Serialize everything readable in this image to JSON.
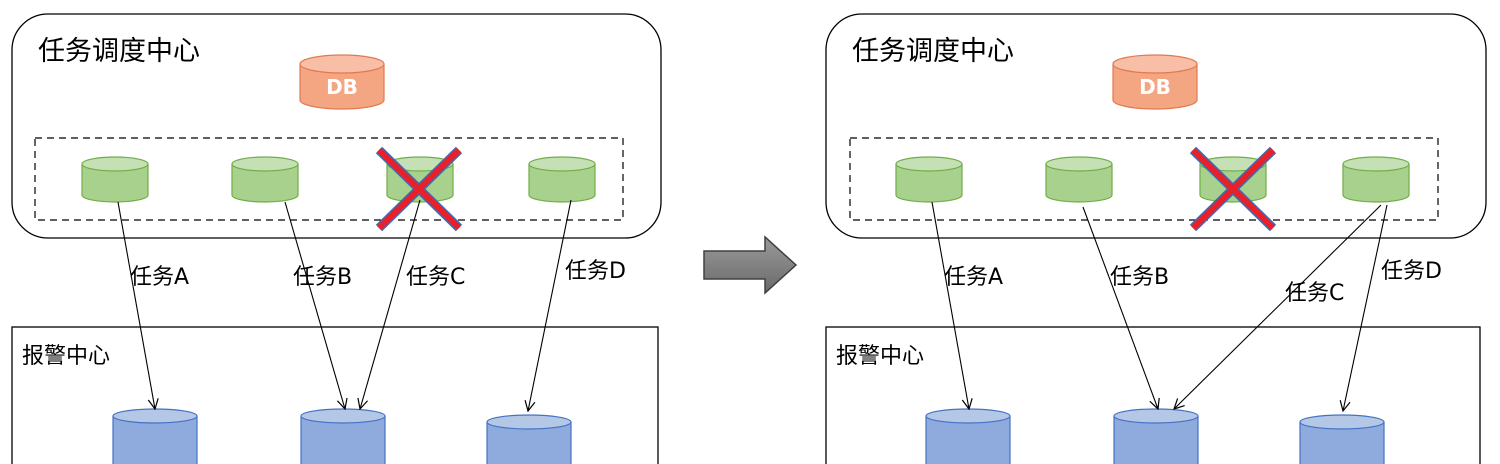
{
  "colors": {
    "db_fill": "#f4a582",
    "db_stroke": "#e07a50",
    "node_fill": "#a9d18e",
    "node_stroke": "#70ad47",
    "alarm_fill": "#8faadc",
    "alarm_stroke": "#4472c4",
    "cross": "#e8202a",
    "cross_outline": "#3d6bb5",
    "arrow_fill": "#7f7f7f"
  },
  "left": {
    "scheduler_title": "任务调度中心",
    "db_label": "DB",
    "alarm_title": "报警中心",
    "tasks": [
      "任务A",
      "任务B",
      "任务C",
      "任务D"
    ]
  },
  "right": {
    "scheduler_title": "任务调度中心",
    "db_label": "DB",
    "alarm_title": "报警中心",
    "tasks": [
      "任务A",
      "任务B",
      "任务C",
      "任务D"
    ]
  },
  "transition_icon": "right-arrow-icon",
  "failed_node_icon": "red-x-icon"
}
